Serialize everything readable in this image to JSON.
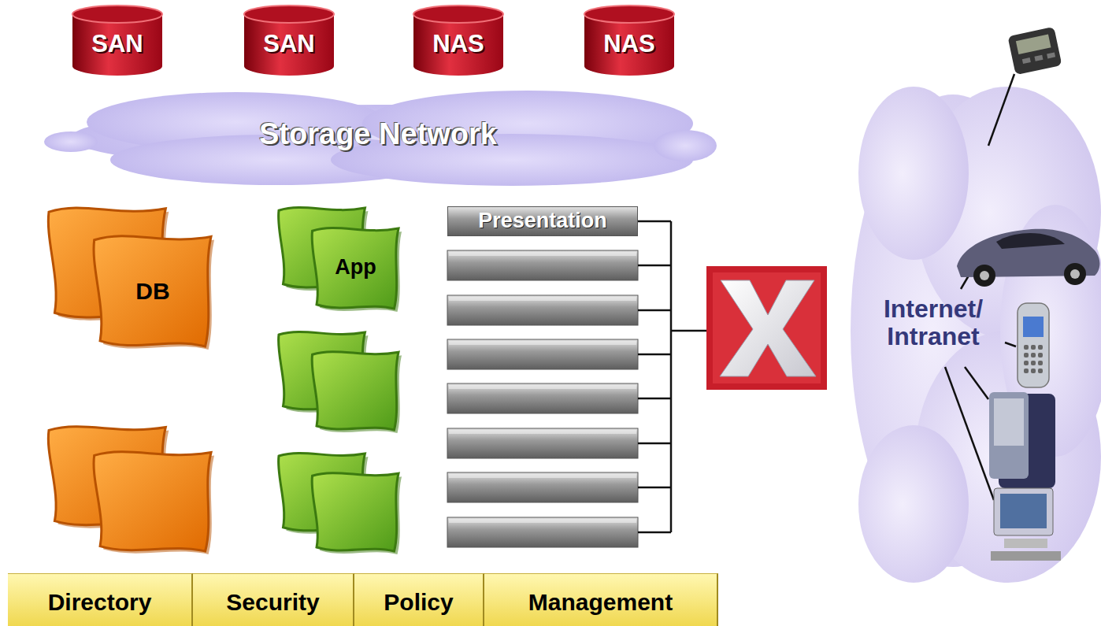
{
  "diagram": {
    "nodes": [
      {
        "text": [
          "SAN"
        ]
      },
      {
        "text": [
          "SAN"
        ]
      },
      {
        "text": [
          "NAS"
        ]
      },
      {
        "text": [
          "NAS"
        ]
      },
      {
        "text": [
          "Storage Network"
        ]
      },
      {
        "text": [
          "DB"
        ]
      },
      {
        "text": [
          "App"
        ]
      },
      {
        "text": [
          "Presentation"
        ]
      },
      {
        "text": [
          "Internet/ Intranet"
        ]
      },
      {
        "text": [
          "Directory"
        ]
      },
      {
        "text": [
          "Security"
        ]
      },
      {
        "text": [
          "Policy"
        ]
      },
      {
        "text": [
          "Management"
        ]
      }
    ]
  }
}
